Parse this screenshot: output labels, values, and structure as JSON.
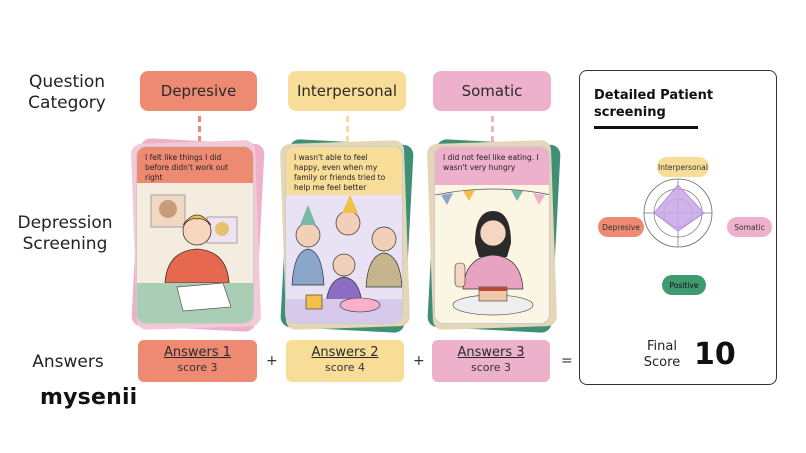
{
  "rows": {
    "question_category": "Question Category",
    "depression_screening": "Depression Screening",
    "answers": "Answers"
  },
  "categories": [
    {
      "label": "Depresive",
      "color": "#ee8a72"
    },
    {
      "label": "Interpersonal",
      "color": "#f8dd98"
    },
    {
      "label": "Somatic",
      "color": "#eeb1cb"
    }
  ],
  "cards": [
    {
      "text": "I felt like things I did before didn't work out right",
      "band_color": "#ee8a72",
      "back_color": "#eeb1cb"
    },
    {
      "text": "I wasn't able to feel happy, even when my family or friends tried to help me feel better",
      "band_color": "#f8dd98",
      "back_color": "#3f8f74"
    },
    {
      "text": "I did not feel like eating. I wasn't very hungry",
      "band_color": "#eeb1cb",
      "back_color": "#3f8f74"
    }
  ],
  "answers": [
    {
      "title": "Answers 1",
      "score": "score 3",
      "color": "#ee8a72"
    },
    {
      "title": "Answers 2",
      "score": "score 4",
      "color": "#f8dd98"
    },
    {
      "title": "Answers 3",
      "score": "score 3",
      "color": "#eeb1cb"
    }
  ],
  "operators": {
    "plus": "+",
    "equals": "="
  },
  "logo": "mysenii",
  "panel": {
    "title": "Detailed Patient screening",
    "axes": {
      "top": "Interpersonal",
      "right": "Somatic",
      "bottom": "Positive",
      "left": "Depresive"
    },
    "pill_colors": {
      "top": "#f8dd98",
      "right": "#eeb1cb",
      "bottom": "#3f9a70",
      "left": "#ee8a72"
    },
    "radar_fill": "#c9a6e8",
    "final_label": "Final Score",
    "final_score": "10"
  }
}
